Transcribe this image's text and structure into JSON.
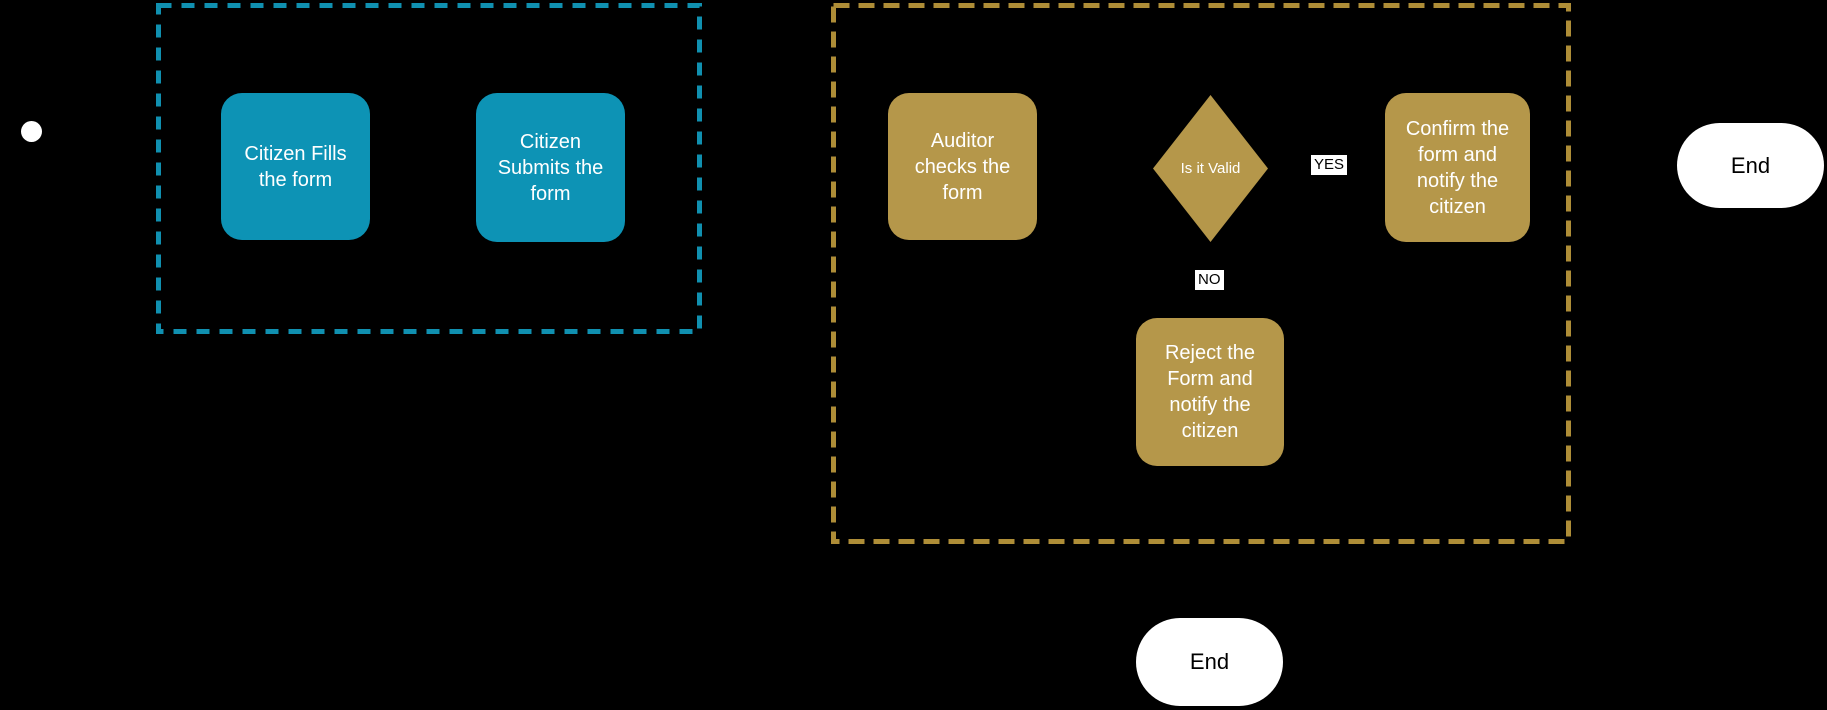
{
  "diagram": {
    "type": "flowchart",
    "background": "#000000",
    "colors": {
      "citizen_node_fill": "#0D93B5",
      "citizen_group_border": "#1090B0",
      "auditor_node_fill": "#B5974A",
      "auditor_group_border": "#AE8D37",
      "node_text": "#FFFFFF",
      "terminal_fill": "#FFFFFF",
      "terminal_text": "#000000",
      "edge_label_bg": "#FFFFFF",
      "edge_label_text": "#000000"
    },
    "nodes": {
      "fill_form": {
        "label": "Citizen Fills the form"
      },
      "submit_form": {
        "label": "Citizen Submits the form"
      },
      "auditor_checks": {
        "label": "Auditor checks the form"
      },
      "is_it_valid": {
        "label": "Is it Valid"
      },
      "confirm_form": {
        "label": "Confirm the form and notify the citizen"
      },
      "reject_form": {
        "label": "Reject the Form and notify the citizen"
      },
      "end_right": {
        "label": "End"
      },
      "end_bottom": {
        "label": "End"
      }
    },
    "edge_labels": {
      "yes": "YES",
      "no": "NO"
    }
  }
}
